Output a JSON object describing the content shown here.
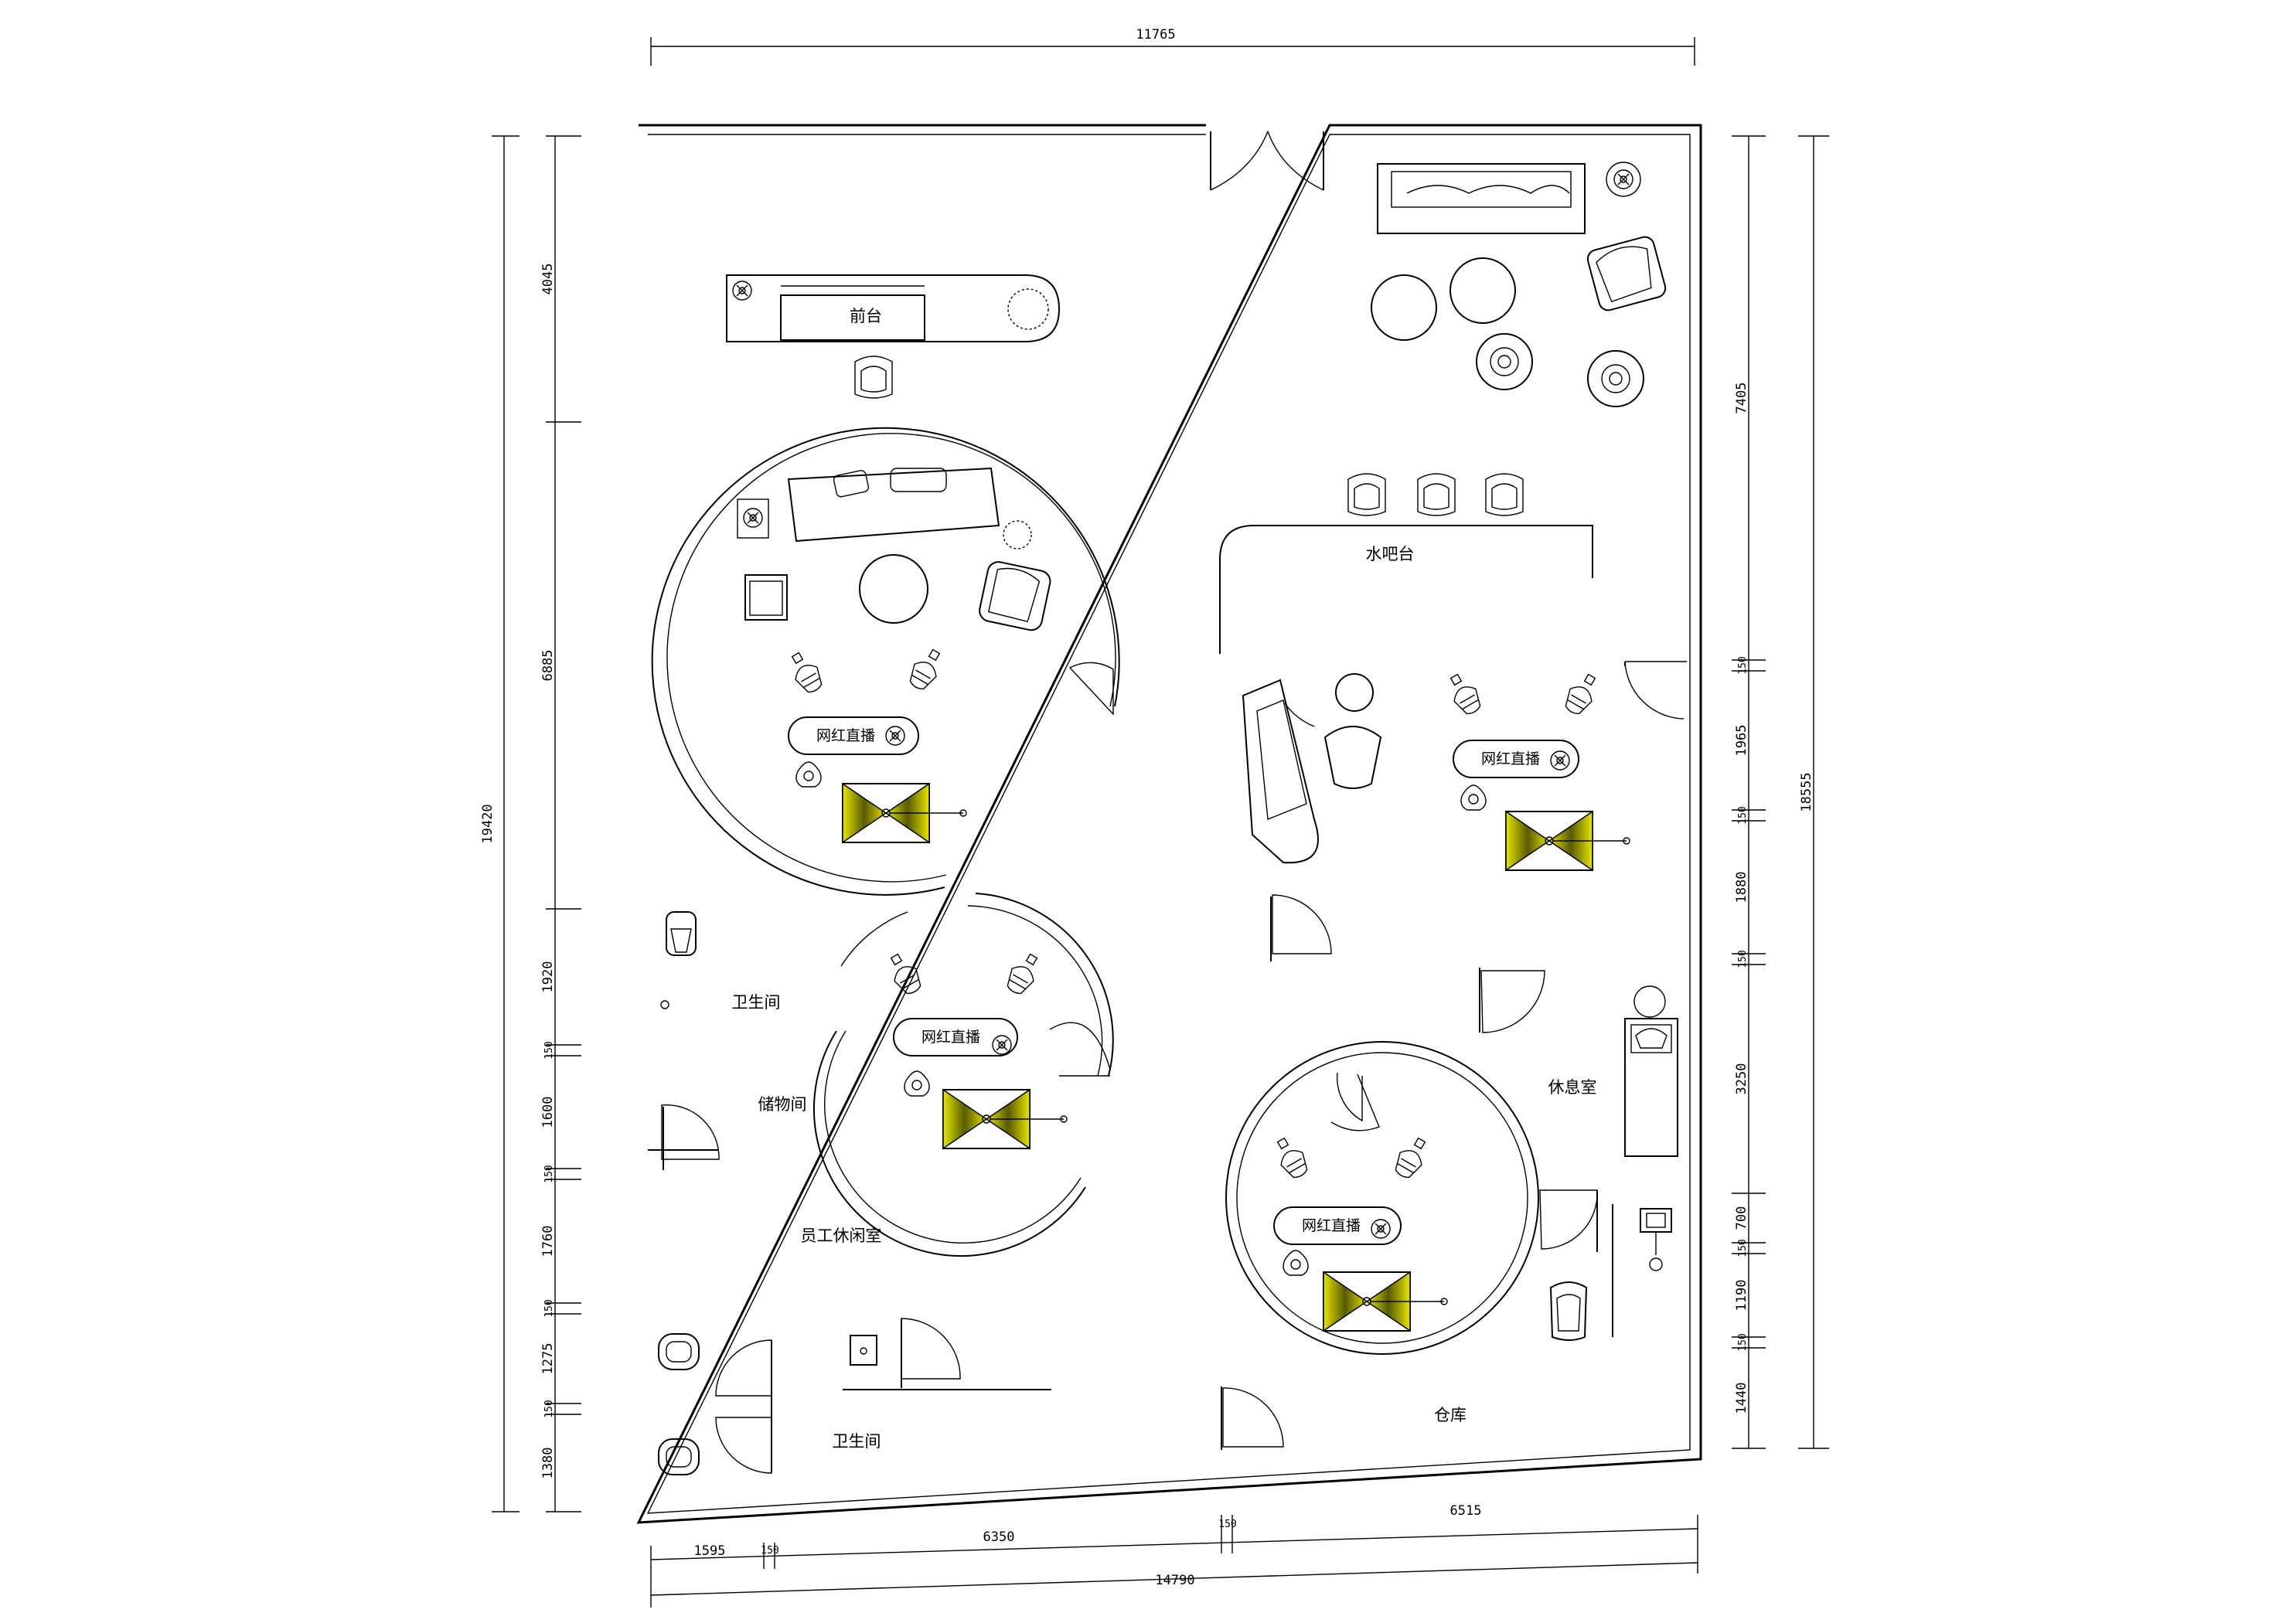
{
  "dimensions": {
    "top_width": "11765",
    "left_total": "19420",
    "left_segments": [
      "4045",
      "6885",
      "1920",
      "150",
      "1600",
      "150",
      "1760",
      "150",
      "1275",
      "150",
      "1380"
    ],
    "right_total": "18555",
    "right_segments": [
      "7405",
      "150",
      "1965",
      "150",
      "1880",
      "150",
      "3250",
      "700",
      "150",
      "1190",
      "150",
      "1440"
    ],
    "bottom_segments": [
      "1595",
      "150",
      "6350",
      "150",
      "6515"
    ],
    "bottom_total": "14790"
  },
  "rooms": {
    "reception": "前台",
    "water_bar": "水吧台",
    "restroom_1": "卫生间",
    "storage": "储物间",
    "staff_lounge": "员工休闲室",
    "restroom_2": "卫生间",
    "lounge": "休息室",
    "warehouse": "仓库"
  },
  "live_booths": [
    "网红直播",
    "网红直播",
    "网红直播",
    "网红直播"
  ],
  "colors": {
    "light_fill": "#e6e600",
    "line": "#000000"
  }
}
